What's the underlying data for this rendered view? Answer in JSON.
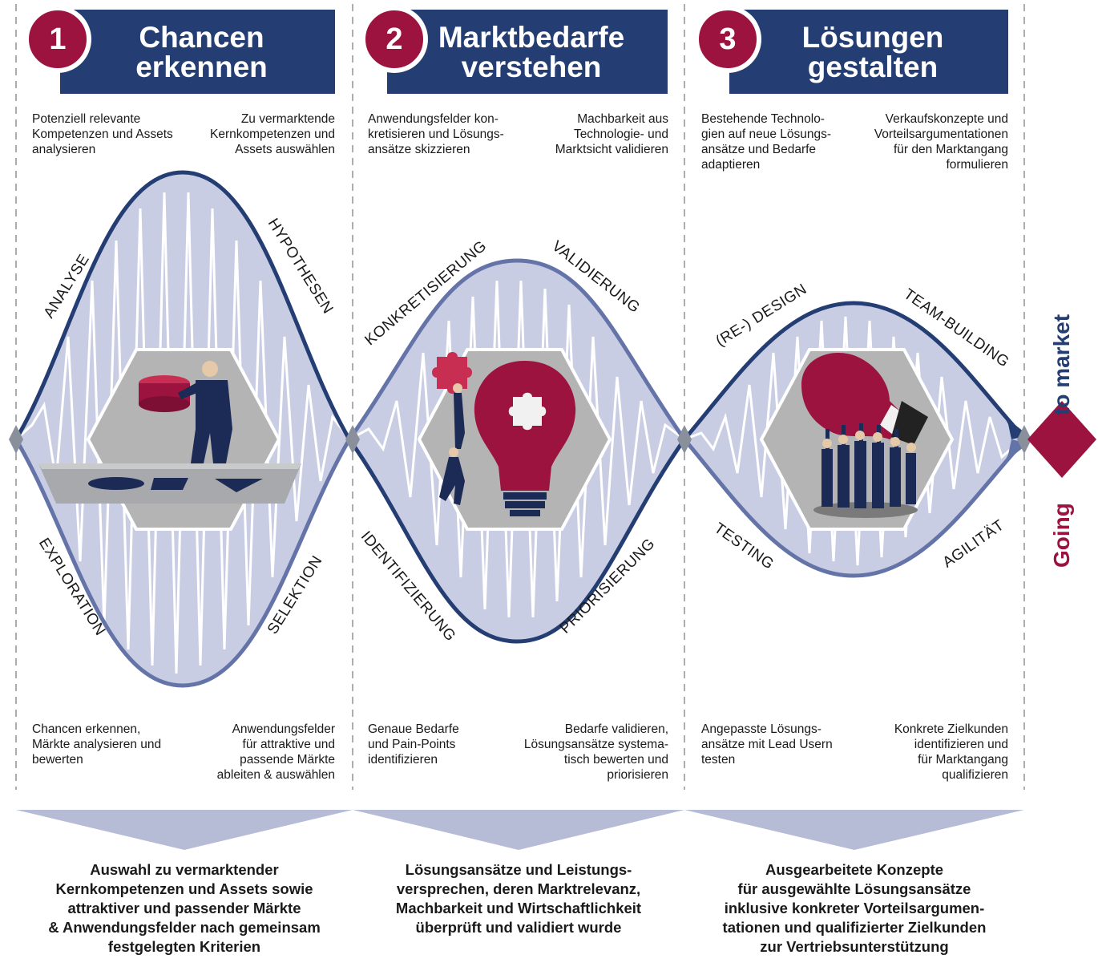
{
  "phases": [
    {
      "number": "1",
      "title": "Chancen\nerkennen",
      "top_left": "Potenziell relevante\nKompetenzen und Assets\nanalysieren",
      "top_right": "Zu vermarktende\nKernkompetenzen und\nAssets auswählen",
      "bottom_left": "Chancen erkennen,\nMärkte analysieren und\nbewerten",
      "bottom_right": "Anwendungsfelder\nfür attraktive und\npassende Märkte\nableiten & auswählen",
      "labels": [
        "ANALYSE",
        "HYPOTHESEN",
        "EXPLORATION",
        "SELEKTION"
      ],
      "icon": "businessman-sorting-shapes-icon",
      "result": "Auswahl zu vermarktender\nKernkompetenzen und Assets sowie\nattraktiver und passender Märkte\n& Anwendungsfelder nach gemeinsam\nfestgelegten Kriterien"
    },
    {
      "number": "2",
      "title": "Marktbedarfe\nverstehen",
      "top_left": "Anwendungsfelder kon-\nkretisieren und Lösungs-\nansätze skizzieren",
      "top_right": "Machbarkeit aus\nTechnologie- und\nMarktsicht validieren",
      "bottom_left": "Genaue Bedarfe\nund Pain-Points\nidentifizieren",
      "bottom_right": "Bedarfe validieren,\nLösungsansätze systema-\ntisch bewerten und\npriorisieren",
      "labels": [
        "KONKRETISIERUNG",
        "VALIDIERUNG",
        "IDENTIFIZIERUNG",
        "PRIORISIERUNG"
      ],
      "icon": "lightbulb-puzzle-icon",
      "result": "Lösungsansätze und Leistungs-\nversprechen, deren Marktrelevanz,\nMachbarkeit und Wirtschaftlichkeit\nüberprüft und validiert wurde"
    },
    {
      "number": "3",
      "title": "Lösungen\ngestalten",
      "top_left": "Bestehende Technolo-\ngien auf neue Lösungs-\nansätze und Bedarfe\nadaptieren",
      "top_right": "Verkaufskonzepte und\nVorteilsargumentationen\nfür den Marktangang\nformulieren",
      "bottom_left": "Angepasste Lösungs-\nansätze mit Lead Usern\ntesten",
      "bottom_right": "Konkrete Zielkunden\nidentifizieren und\nfür Marktangang\nqualifizieren",
      "labels": [
        "(RE-) DESIGN",
        "TEAM-BUILDING",
        "TESTING",
        "AGILITÄT"
      ],
      "icon": "team-carrying-lightbulb-icon",
      "result": "Ausgearbeitete Konzepte\nfür ausgewählte Lösungsansätze\ninklusive konkreter Vorteilsargumen-\ntationen und qualifizierter Zielkunden\nzur Vertriebsunterstützung"
    }
  ],
  "going_to_market": {
    "part1": "Going",
    "part2": "to market"
  },
  "colors": {
    "navy": "#243e74",
    "accent": "#9c1340",
    "lavender": "#c9cde3",
    "outline_light": "#6474a8"
  }
}
